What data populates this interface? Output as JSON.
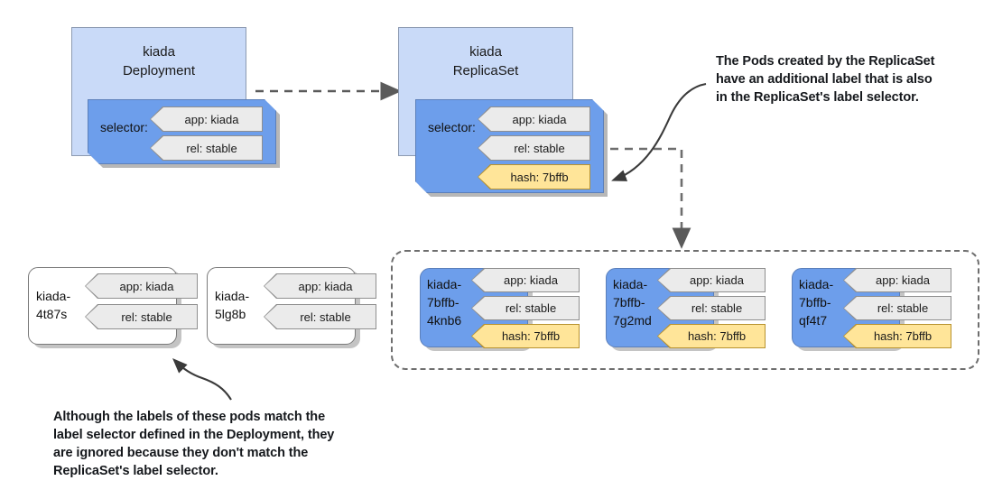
{
  "diagram": {
    "title": "Kubernetes Deployment / ReplicaSet / Pod label selector diagram",
    "colors": {
      "resource_box_fill": "#c9daf8",
      "resource_box_border": "#8c9ab1",
      "selector_plate_fill": "#6d9eeb",
      "selector_plate_border": "#5b7fba",
      "tag_fill": "#ebebeb",
      "tag_border": "#8f8f8f",
      "tag_yellow_fill": "#ffe599",
      "tag_yellow_border": "#b8922f",
      "pod_blue_fill": "#6d9eeb",
      "pod_white_fill": "#ffffff",
      "dashed_line": "#6e6e6e",
      "text": "#15181c"
    }
  },
  "deployment": {
    "title": "kiada\nDeployment",
    "selector_label": "selector:",
    "tags": [
      {
        "text": "app: kiada",
        "style": "gray"
      },
      {
        "text": "rel: stable",
        "style": "gray"
      }
    ]
  },
  "replicaset": {
    "title": "kiada\nReplicaSet",
    "selector_label": "selector:",
    "tags": [
      {
        "text": "app: kiada",
        "style": "gray"
      },
      {
        "text": "rel: stable",
        "style": "gray"
      },
      {
        "text": "hash: 7bffb",
        "style": "yellow"
      }
    ]
  },
  "annotations": {
    "top_right": "The Pods created by the ReplicaSet\nhave an additional label that is also\nin the ReplicaSet's label selector.",
    "bottom_left": "Although the labels of these pods match the\nlabel selector defined in the Deployment, they\nare ignored because they don't match the\nReplicaSet's label selector."
  },
  "orphan_pods": [
    {
      "name": "kiada-\n4t87s",
      "style": "white",
      "tags": [
        {
          "text": "app: kiada",
          "style": "gray"
        },
        {
          "text": "rel: stable",
          "style": "gray"
        }
      ]
    },
    {
      "name": "kiada-\n5lg8b",
      "style": "white",
      "tags": [
        {
          "text": "app: kiada",
          "style": "gray"
        },
        {
          "text": "rel: stable",
          "style": "gray"
        }
      ]
    }
  ],
  "managed_pods": [
    {
      "name": "kiada-\n7bffb-\n4knb6",
      "style": "blue",
      "tags": [
        {
          "text": "app: kiada",
          "style": "gray"
        },
        {
          "text": "rel: stable",
          "style": "gray"
        },
        {
          "text": "hash: 7bffb",
          "style": "yellow"
        }
      ]
    },
    {
      "name": "kiada-\n7bffb-\n7g2md",
      "style": "blue",
      "tags": [
        {
          "text": "app: kiada",
          "style": "gray"
        },
        {
          "text": "rel: stable",
          "style": "gray"
        },
        {
          "text": "hash: 7bffb",
          "style": "yellow"
        }
      ]
    },
    {
      "name": "kiada-\n7bffb-\nqf4t7",
      "style": "blue",
      "tags": [
        {
          "text": "app: kiada",
          "style": "gray"
        },
        {
          "text": "rel: stable",
          "style": "gray"
        },
        {
          "text": "hash: 7bffb",
          "style": "yellow"
        }
      ]
    }
  ]
}
